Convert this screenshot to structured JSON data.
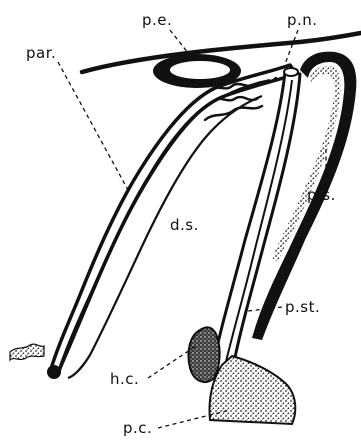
{
  "figure": {
    "labels": {
      "pe": "p.e.",
      "pn": "p.n.",
      "par": "par.",
      "ps": "p.s.",
      "ds": "d.s.",
      "pst": "p.st.",
      "hc": "h.c.",
      "pc": "p.c."
    },
    "colors": {
      "ink": "#111111",
      "background": "#ffffff",
      "stipple": "#2a2a2a"
    }
  }
}
